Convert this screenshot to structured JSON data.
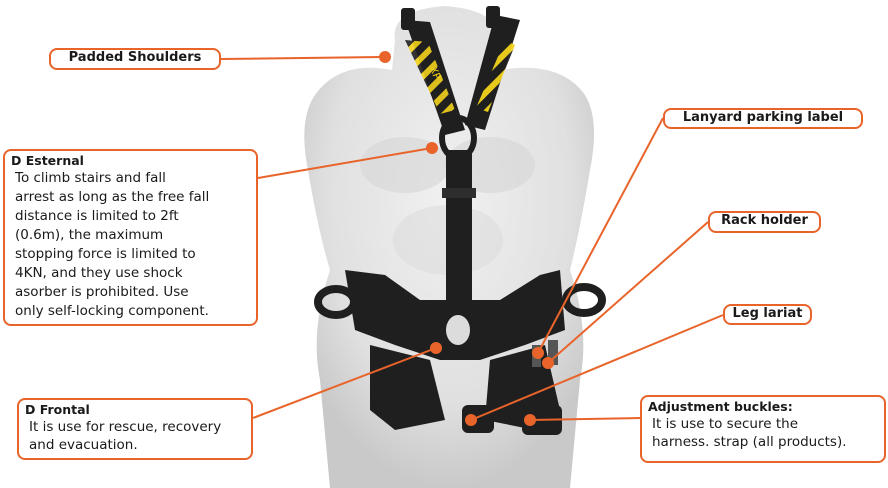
{
  "callouts": {
    "padded_shoulders": {
      "label": "Padded Shoulders"
    },
    "d_esternal": {
      "title": "D Esternal",
      "body": "To climb stairs and fall\narrest as long as the free fall\ndistance is limited to 2ft\n(0.6m), the maximum\nstopping force is limited to\n4KN, and they use shock\nasorber is prohibited. Use\nonly self-locking component."
    },
    "lanyard_parking": {
      "label": "Lanyard parking label"
    },
    "rack_holder": {
      "label": "Rack holder"
    },
    "leg_lariat": {
      "label": "Leg lariat"
    },
    "d_frontal": {
      "title": "D Frontal",
      "body": "It is use for rescue, recovery\nand evacuation."
    },
    "adjustment_buckles": {
      "title": "Adjustment buckles:",
      "body": "It is use to secure the\nharness. strap (all products)."
    }
  },
  "harness_print": {
    "shoulder_brand": "XP"
  },
  "colors": {
    "accent": "#e8642a",
    "webbing": "#1f1f1f",
    "stripe": "#f2d21b",
    "mannequin": "#e3e3e3"
  }
}
